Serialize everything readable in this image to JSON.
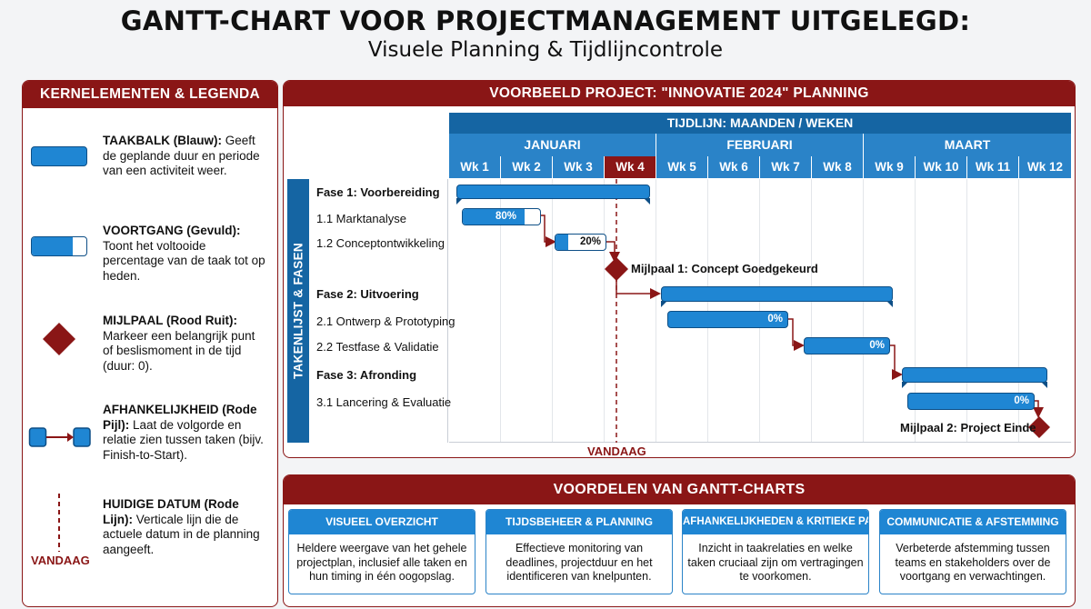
{
  "header": {
    "title": "GANTT-CHART VOOR PROJECTMANAGEMENT UITGELEGD:",
    "subtitle": "Visuele Planning & Tijdlijncontrole"
  },
  "legend": {
    "heading": "KERNELEMENTEN & LEGENDA",
    "items": [
      {
        "title": "TAAKBALK (Blauw):",
        "text": "Geeft de geplande duur en periode van een activiteit weer."
      },
      {
        "title": "VOORTGANG (Gevuld):",
        "text": "Toont het voltooide percentage van de taak tot op heden."
      },
      {
        "title": "MIJLPAAL (Rood Ruit):",
        "text": "Markeer een belangrijk punt of beslismoment in de tijd (duur: 0)."
      },
      {
        "title": "AFHANKELIJKHEID (Rode Pijl):",
        "text": "Laat de volgorde en relatie zien tussen taken (bijv. Finish-to-Start)."
      },
      {
        "title": "HUIDIGE DATUM (Rode Lijn):",
        "text": "Verticale lijn die de actuele datum in de planning aangeeft."
      }
    ],
    "today_label": "VANDAAG"
  },
  "gantt": {
    "heading": "VOORBEELD PROJECT: \"INNOVATIE 2024\" PLANNING",
    "timeline_label": "TIJDLIJN: MAANDEN / WEKEN",
    "side_label": "TAKENLIJST & FASEN",
    "months": [
      "JANUARI",
      "FEBRUARI",
      "MAART"
    ],
    "weeks": [
      "Wk 1",
      "Wk 2",
      "Wk 3",
      "Wk 4",
      "Wk 5",
      "Wk 6",
      "Wk 7",
      "Wk 8",
      "Wk 9",
      "Wk 10",
      "Wk 11",
      "Wk 12"
    ],
    "current_week": 4,
    "today_label": "VANDAAG",
    "tasks": [
      {
        "name": "Fase 1: Voorbereiding",
        "phase": true
      },
      {
        "name": "1.1 Marktanalyse",
        "phase": false,
        "progress_label": "80%"
      },
      {
        "name": "1.2 Conceptontwikkeling",
        "phase": false,
        "progress_label": "20%"
      },
      {
        "name": "Fase 2: Uitvoering",
        "phase": true
      },
      {
        "name": "2.1 Ontwerp & Prototyping",
        "phase": false,
        "progress_label": "0%"
      },
      {
        "name": "2.2 Testfase & Validatie",
        "phase": false,
        "progress_label": "0%"
      },
      {
        "name": "Fase 3: Afronding",
        "phase": true
      },
      {
        "name": "3.1 Lancering & Evaluatie",
        "phase": false,
        "progress_label": "0%"
      }
    ],
    "milestones": [
      "Mijlpaal 1: Concept Goedgekeurd",
      "Mijlpaal 2: Project Einde"
    ]
  },
  "benefits": {
    "heading": "VOORDELEN VAN GANTT-CHARTS",
    "cards": [
      {
        "title": "VISUEEL OVERZICHT",
        "text": "Heldere weergave van het gehele projectplan, inclusief alle taken en hun timing in één oogopslag."
      },
      {
        "title": "TIJDSBEHEER & PLANNING",
        "text": "Effectieve monitoring van deadlines, projectduur en het identificeren van knelpunten."
      },
      {
        "title": "AFHANKELIJKHEDEN & KRITIEKE PAD",
        "text": "Inzicht in taakrelaties en welke taken cruciaal zijn om vertragingen te voorkomen."
      },
      {
        "title": "COMMUNICATIE & AFSTEMMING",
        "text": "Verbeterde afstemming tussen teams en stakeholders over de voortgang en verwachtingen."
      }
    ]
  },
  "colors": {
    "brand_red": "#8a1616",
    "bar_blue": "#1f86d3",
    "header_blue": "#1565a3"
  }
}
